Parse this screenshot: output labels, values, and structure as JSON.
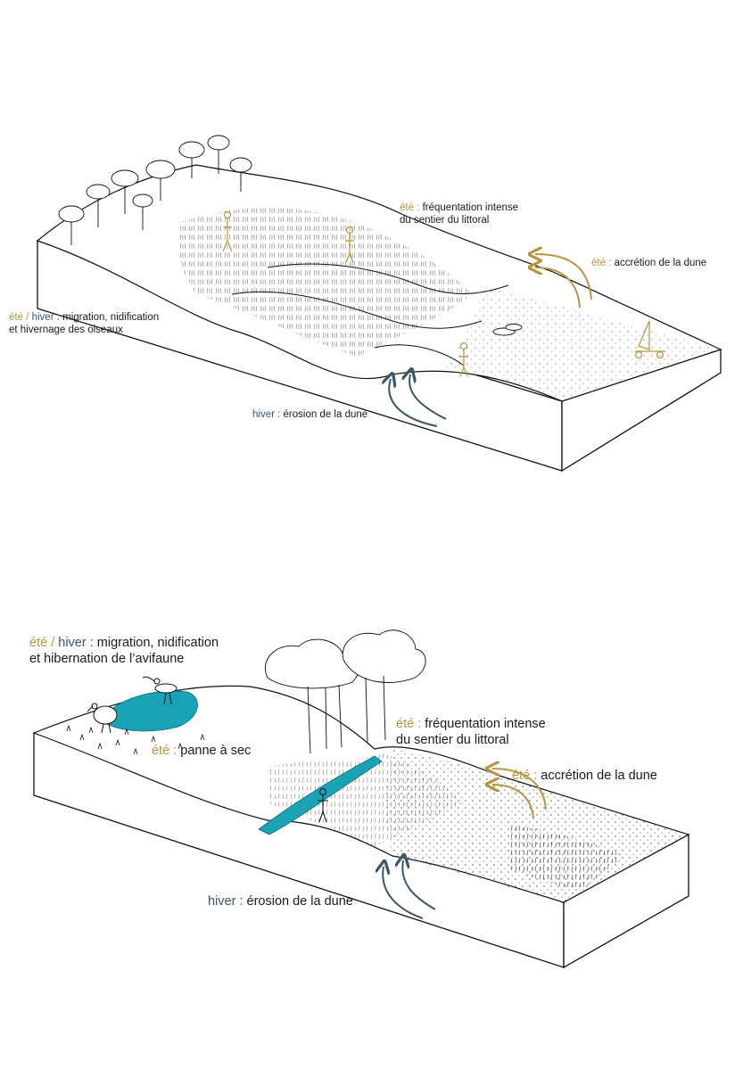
{
  "colors": {
    "summer": "#b8943f",
    "winter": "#3b5667",
    "water": "#1aa3b4",
    "ink": "#1a1a1a"
  },
  "top": {
    "frequentation": {
      "season": "été",
      "sep": " : ",
      "text1": "fréquentation intense",
      "text2": "du sentier du littoral"
    },
    "accretion": {
      "season": "été",
      "sep": " : ",
      "text": "accrétion de la dune"
    },
    "birds": {
      "season1": "été",
      "slash": " / ",
      "season2": "hiver",
      "sep": " : ",
      "text1": "migration, nidification",
      "text2": "et hivernage des oiseaux"
    },
    "erosion": {
      "season": "hiver",
      "sep": " : ",
      "text": "érosion de la dune"
    }
  },
  "bottom": {
    "birds": {
      "season1": "été",
      "slash": " / ",
      "season2": "hiver",
      "sep": " : ",
      "text1": "migration, nidification",
      "text2": "et hibernation de l’avifaune"
    },
    "panne": {
      "season": "été",
      "sep": " : ",
      "text": "panne à sec"
    },
    "frequentation": {
      "season": "été",
      "sep": " : ",
      "text1": "fréquentation intense",
      "text2": "du sentier du littoral"
    },
    "accretion": {
      "season": "été",
      "sep": " : ",
      "text": "accrétion de la dune"
    },
    "erosion": {
      "season": "hiver",
      "sep": " : ",
      "text": "érosion de la dune"
    }
  }
}
